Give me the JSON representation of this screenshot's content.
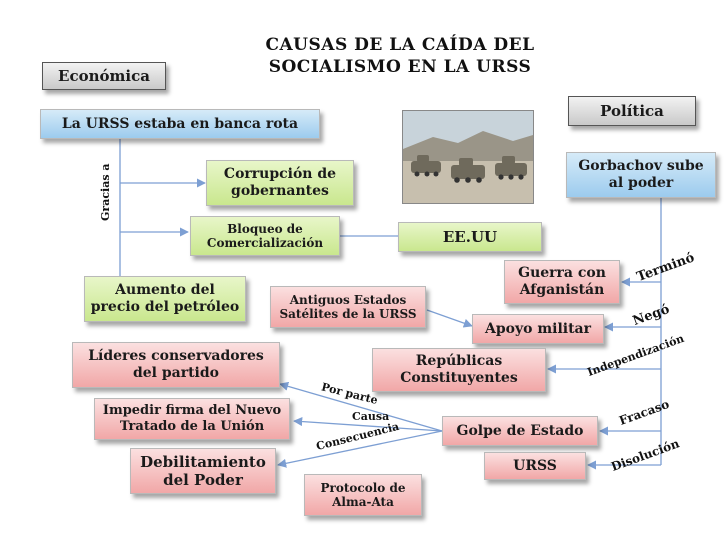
{
  "title": {
    "line1": "CAUSAS DE LA CAÍDA DEL",
    "line2": "SOCIALISMO EN LA URSS"
  },
  "headers": {
    "economica": "Económica",
    "politica": "Política"
  },
  "nodes": {
    "urss_rota": "La URSS estaba en banca rota",
    "corrupcion_l1": "Corrupción de",
    "corrupcion_l2": "gobernantes",
    "bloqueo_l1": "Bloqueo de",
    "bloqueo_l2": "Comercialización",
    "eeuu": "EE.UU",
    "gorbachov_l1": "Gorbachov sube",
    "gorbachov_l2": "al poder",
    "guerra_l1": "Guerra con",
    "guerra_l2": "Afganistán",
    "petroleo_l1": "Aumento del",
    "petroleo_l2": "precio del petróleo",
    "satelites_l1": "Antiguos Estados",
    "satelites_l2": "Satélites de la URSS",
    "apoyo": "Apoyo militar",
    "lideres_l1": "Líderes conservadores",
    "lideres_l2": "del partido",
    "republicas_l1": "Repúblicas",
    "republicas_l2": "Constituyentes",
    "tratado_l1": "Impedir firma del Nuevo",
    "tratado_l2": "Tratado de la Unión",
    "golpe": "Golpe de Estado",
    "debilitamiento_l1": "Debilitamiento",
    "debilitamiento_l2": "del Poder",
    "urss": "URSS",
    "protocolo_l1": "Protocolo de",
    "protocolo_l2": "Alma-Ata"
  },
  "labels": {
    "gracias_a": "Gracias a",
    "termino": "Terminó",
    "nego": "Negó",
    "independizacion": "Independización",
    "fracaso": "Fracaso",
    "disolucion": "Disolución",
    "por_parte": "Por parte",
    "causa": "Causa",
    "consecuencia": "Consecuencia"
  },
  "colors": {
    "green": "#c9e78e",
    "blue": "#9ccbee",
    "red": "#f1a7a7",
    "gray": "#c9c9c9",
    "line": "#7d9fd3"
  },
  "image": {
    "icon": "armored-convoy-photo"
  }
}
